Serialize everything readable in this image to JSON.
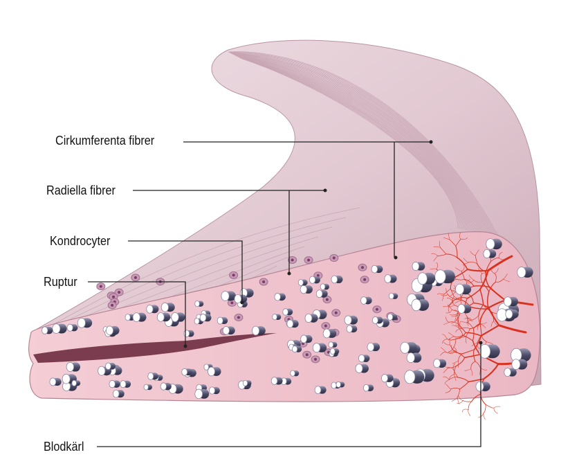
{
  "labels": {
    "circumferential": "Cirkumferenta fibrer",
    "radial": "Radiella fibrer",
    "chondrocytes": "Kondrocyter",
    "rupture": "Ruptur",
    "blood_vessels": "Blodkärl"
  },
  "colors": {
    "tissue": "#e6cdd6",
    "section": "#f0c6cf",
    "vessel": "#d8321f",
    "fiber_end": "#ffffff",
    "fiber_body": "#5a5a78",
    "leader": "#222222"
  }
}
